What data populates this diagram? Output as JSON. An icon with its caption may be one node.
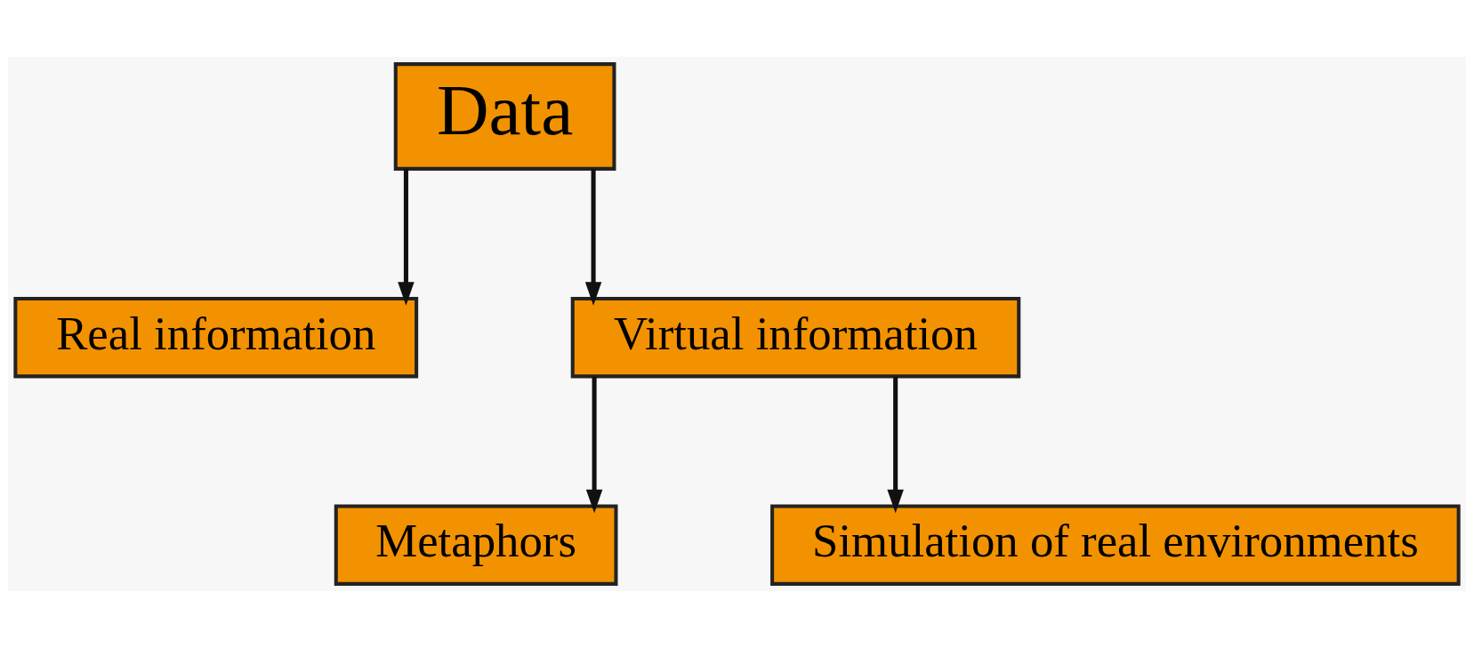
{
  "diagram": {
    "nodes": [
      {
        "text": [
          "Data"
        ]
      },
      {
        "text": [
          "Real information"
        ]
      },
      {
        "text": [
          "Virtual information"
        ]
      },
      {
        "text": [
          "Metaphors"
        ]
      },
      {
        "text": [
          "Simulation of real environments"
        ]
      }
    ],
    "edges": [
      {
        "from": 0,
        "to": 1,
        "arrow": "to"
      },
      {
        "from": 0,
        "to": 2,
        "arrow": "to"
      },
      {
        "from": 2,
        "to": 3,
        "arrow": "to"
      },
      {
        "from": 2,
        "to": 4,
        "arrow": "to"
      }
    ]
  }
}
